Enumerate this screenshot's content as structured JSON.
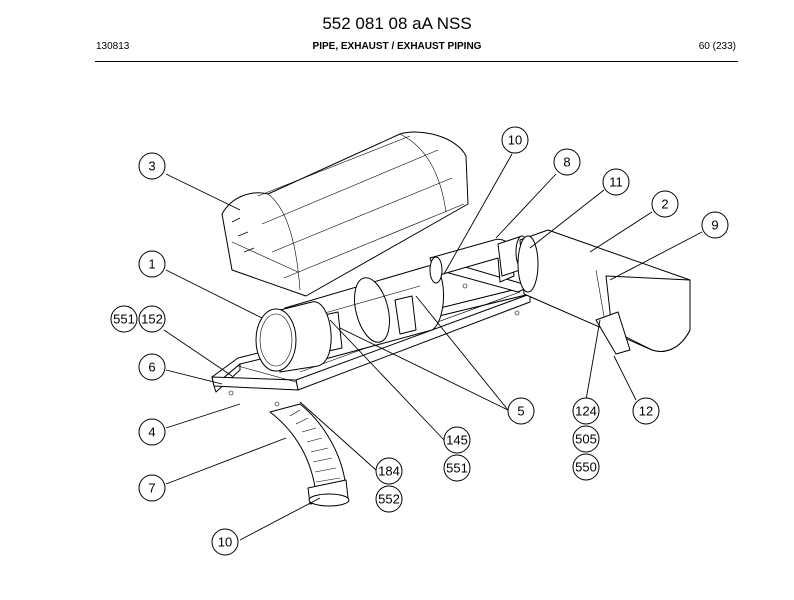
{
  "header": {
    "document_number": "552 081 08 aA NSS",
    "date_code": "130813",
    "title": "PIPE, EXHAUST / EXHAUST PIPING",
    "page": "60 (233)"
  },
  "callouts": {
    "c1": "1",
    "c2": "2",
    "c3": "3",
    "c4": "4",
    "c5": "5",
    "c6": "6",
    "c7": "7",
    "c8": "8",
    "c9": "9",
    "c10a": "10",
    "c10b": "10",
    "c11": "11",
    "c12": "12",
    "c124": "124",
    "c505": "505",
    "c550": "550",
    "c145": "145",
    "c551a": "551",
    "c551b": "551",
    "c152": "152",
    "c184": "184",
    "c552": "552"
  }
}
